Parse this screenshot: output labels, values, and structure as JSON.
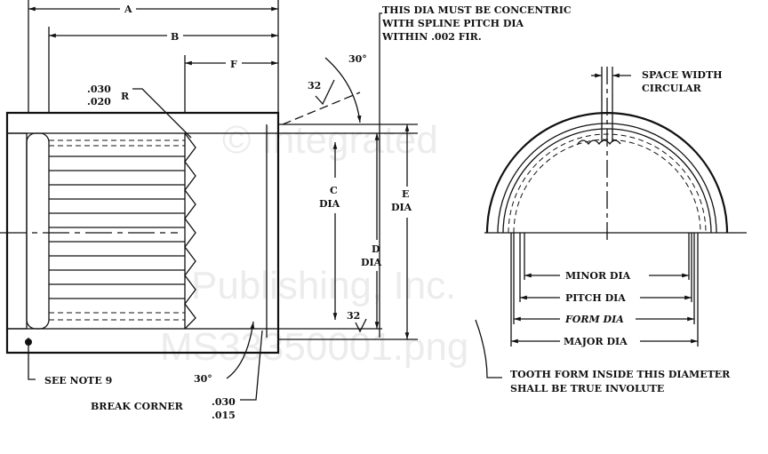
{
  "watermark": {
    "line1": "© Integrated",
    "line2": "Publishing, Inc.",
    "line3": "MS33350001.png"
  },
  "side_view": {
    "dim_a": "A",
    "dim_b": "B",
    "dim_f": "F",
    "radius_top": ".030",
    "radius_bottom": ".020",
    "radius_suffix": "R",
    "angle_top": "30°",
    "finish_top": "32",
    "finish_bottom": "32",
    "c_label": "C",
    "c_dia": "DIA",
    "d_label": "D",
    "d_dia": "DIA",
    "e_label": "E",
    "e_dia": "DIA",
    "concentric_note": [
      "THIS DIA MUST BE CONCENTRIC",
      "WITH SPLINE PITCH DIA",
      "WITHIN .002 FIR."
    ],
    "see_note": "SEE NOTE 9",
    "angle_bottom": "30°",
    "break_corner": "BREAK CORNER",
    "break_top": ".030",
    "break_bottom": ".015"
  },
  "end_view": {
    "space_width": [
      "SPACE WIDTH",
      "CIRCULAR"
    ],
    "minor_dia": "MINOR DIA",
    "pitch_dia": "PITCH DIA",
    "form_dia": "FORM DIA",
    "major_dia": "MAJOR DIA",
    "tooth_note": [
      "TOOTH FORM INSIDE THIS DIAMETER",
      "SHALL BE TRUE INVOLUTE"
    ]
  }
}
